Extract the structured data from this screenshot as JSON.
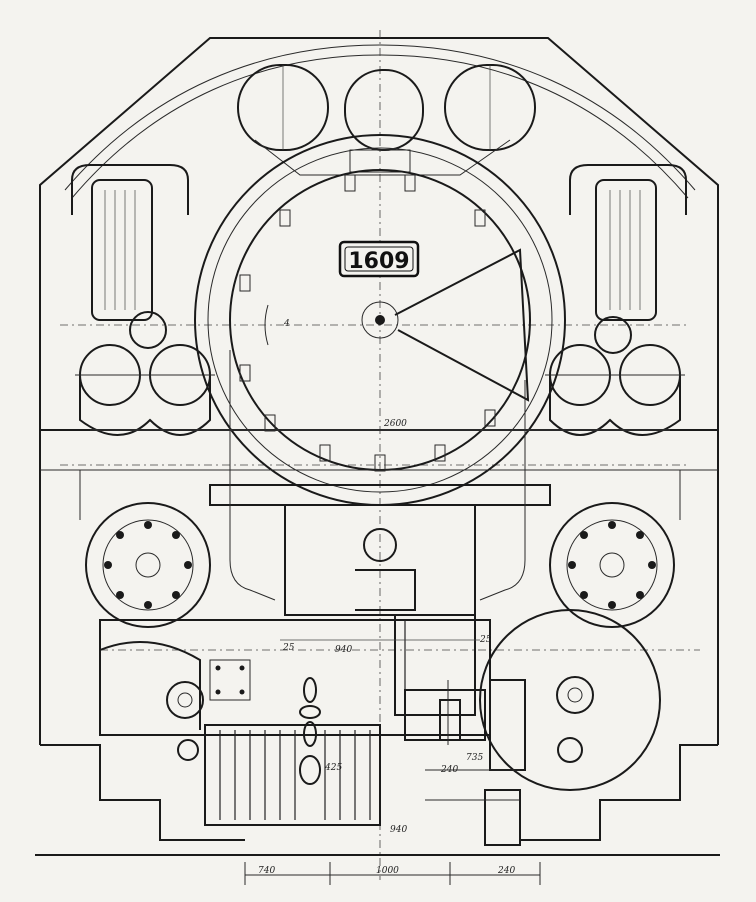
{
  "number_plate": "1609",
  "dimensions": {
    "upper_width": "2600",
    "gauge": "1000",
    "left_offset": "740",
    "right_offset": "240",
    "frame_width": "940",
    "rail_width": "940",
    "dim_25": "25",
    "dim_25b": "25",
    "dim_240": "240",
    "dim_425": "425",
    "dim_735": "735",
    "dim_4": "4"
  }
}
